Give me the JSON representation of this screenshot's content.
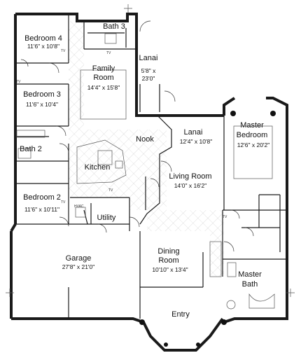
{
  "rooms": {
    "bedroom4": {
      "name": "Bedroom 4",
      "dim": "11'6\" x 10'8\""
    },
    "bath3": {
      "name": "Bath 3"
    },
    "lanai_small": {
      "name": "Lanai",
      "dim1": "5'8\" x",
      "dim2": "23'0\""
    },
    "family": {
      "name1": "Family",
      "name2": "Room",
      "dim": "14'4\" x 15'8\""
    },
    "bedroom3": {
      "name": "Bedroom 3",
      "dim": "11'6\" x 10'4\""
    },
    "nook": {
      "name": "Nook"
    },
    "lanai_main": {
      "name": "Lanai",
      "dim": "12'4\" x 10'8\""
    },
    "master_bedroom": {
      "name1": "Master",
      "name2": "Bedroom",
      "dim": "12'6\" x 20'2\""
    },
    "bath2": {
      "name": "Bath 2"
    },
    "kitchen": {
      "name": "Kitchen"
    },
    "living": {
      "name": "Living Room",
      "dim": "14'0\" x 16'2\""
    },
    "bedroom2": {
      "name": "Bedroom 2",
      "dim": "11'6\" x 10'11\""
    },
    "utility": {
      "name": "Utility"
    },
    "hvac": {
      "name": "HVAC"
    },
    "garage": {
      "name": "Garage",
      "dim": "27'8\" x 21'0\""
    },
    "dining": {
      "name1": "Dining",
      "name2": "Room",
      "dim": "10'10\" x 13'4\""
    },
    "master_bath": {
      "name1": "Master",
      "name2": "Bath"
    },
    "entry": {
      "name": "Entry"
    }
  },
  "tv_label": "TV"
}
